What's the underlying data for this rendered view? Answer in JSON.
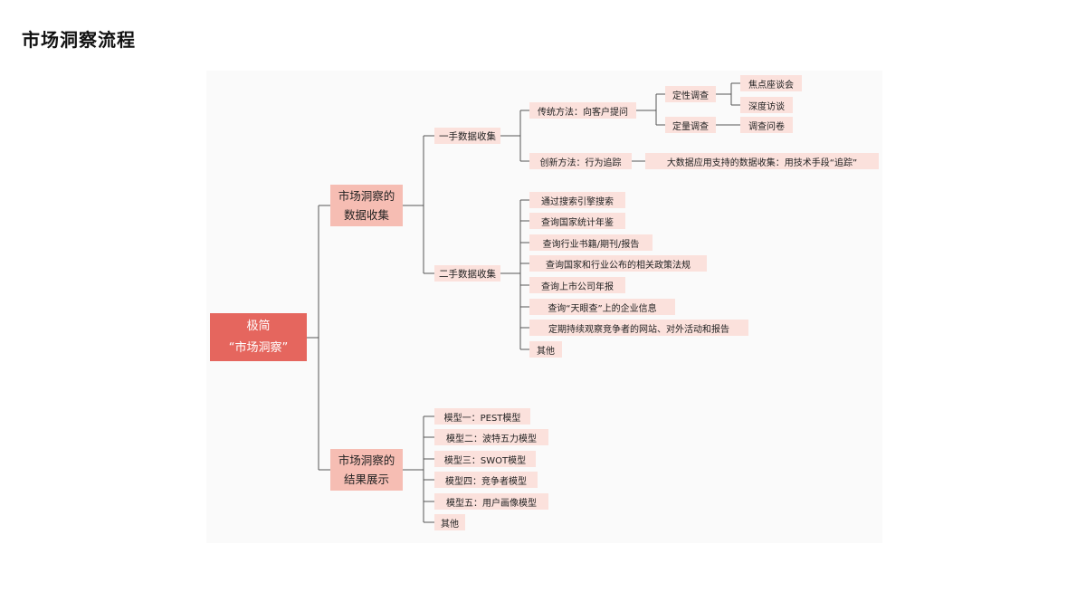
{
  "page_title": "市场洞察流程",
  "root": {
    "line1": "极简",
    "line2": "“市场洞察”"
  },
  "branch_collect": {
    "line1": "市场洞察的",
    "line2": "数据收集",
    "primary": {
      "label": "一手数据收集",
      "traditional": {
        "label": "传统方法：向客户提问",
        "qualitative": {
          "label": "定性调查",
          "items": [
            "焦点座谈会",
            "深度访谈"
          ]
        },
        "quantitative": {
          "label": "定量调查",
          "items": [
            "调查问卷"
          ]
        }
      },
      "innovative": {
        "label": "创新方法：行为追踪",
        "detail": "大数据应用支持的数据收集：用技术手段“追踪”"
      }
    },
    "secondary": {
      "label": "二手数据收集",
      "items": [
        "通过搜索引擎搜索",
        "查询国家统计年鉴",
        "查询行业书籍/期刊/报告",
        "查询国家和行业公布的相关政策法规",
        "查询上市公司年报",
        "查询“天眼查”上的企业信息",
        "定期持续观察竞争者的网站、对外活动和报告",
        "其他"
      ]
    }
  },
  "branch_result": {
    "line1": "市场洞察的",
    "line2": "结果展示",
    "items": [
      "模型一：PEST模型",
      "模型二：波特五力模型",
      "模型三：SWOT模型",
      "模型四：竞争者模型",
      "模型五：用户画像模型",
      "其他"
    ]
  }
}
